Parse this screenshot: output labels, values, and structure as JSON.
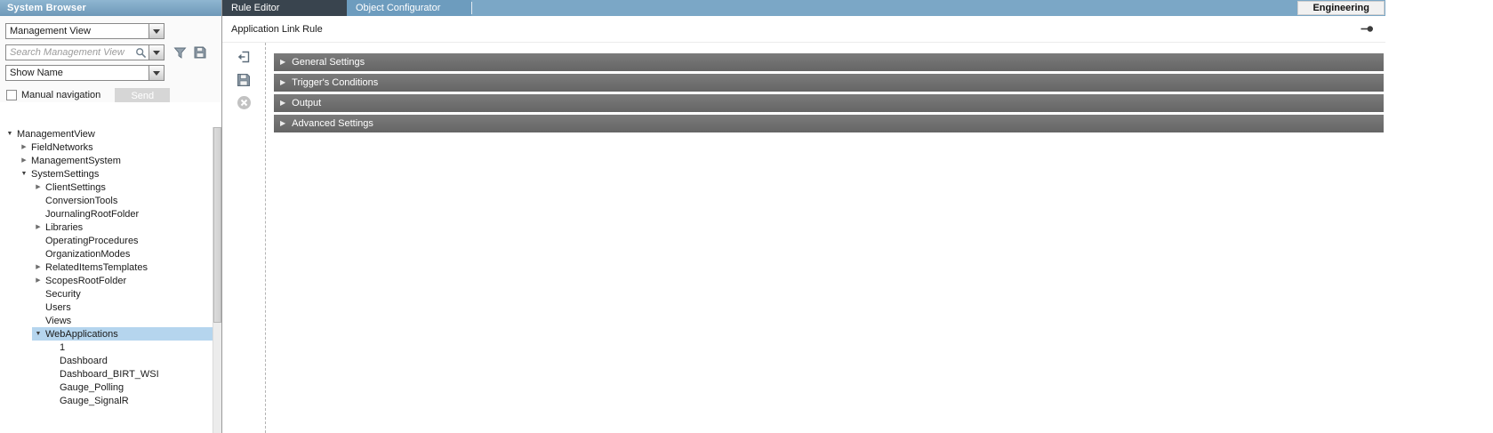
{
  "system_browser": {
    "title": "System Browser",
    "view_combobox_value": "Management View",
    "search_placeholder": "Search Management View",
    "display_combobox_value": "Show Name",
    "manual_navigation_label": "Manual navigation",
    "send_button_label": "Send",
    "tree": [
      {
        "label": "ManagementView",
        "indent": 0,
        "expander": "expanded",
        "selected": false
      },
      {
        "label": "FieldNetworks",
        "indent": 1,
        "expander": "collapsed",
        "selected": false
      },
      {
        "label": "ManagementSystem",
        "indent": 1,
        "expander": "collapsed",
        "selected": false
      },
      {
        "label": "SystemSettings",
        "indent": 1,
        "expander": "expanded",
        "selected": false
      },
      {
        "label": "ClientSettings",
        "indent": 2,
        "expander": "collapsed",
        "selected": false
      },
      {
        "label": "ConversionTools",
        "indent": 2,
        "expander": "none",
        "selected": false
      },
      {
        "label": "JournalingRootFolder",
        "indent": 2,
        "expander": "none",
        "selected": false
      },
      {
        "label": "Libraries",
        "indent": 2,
        "expander": "collapsed",
        "selected": false
      },
      {
        "label": "OperatingProcedures",
        "indent": 2,
        "expander": "none",
        "selected": false
      },
      {
        "label": "OrganizationModes",
        "indent": 2,
        "expander": "none",
        "selected": false
      },
      {
        "label": "RelatedItemsTemplates",
        "indent": 2,
        "expander": "collapsed",
        "selected": false
      },
      {
        "label": "ScopesRootFolder",
        "indent": 2,
        "expander": "collapsed",
        "selected": false
      },
      {
        "label": "Security",
        "indent": 2,
        "expander": "none",
        "selected": false
      },
      {
        "label": "Users",
        "indent": 2,
        "expander": "none",
        "selected": false
      },
      {
        "label": "Views",
        "indent": 2,
        "expander": "none",
        "selected": false
      },
      {
        "label": "WebApplications",
        "indent": 2,
        "expander": "expanded",
        "selected": true
      },
      {
        "label": "1",
        "indent": 3,
        "expander": "none",
        "selected": false
      },
      {
        "label": "Dashboard",
        "indent": 3,
        "expander": "none",
        "selected": false
      },
      {
        "label": "Dashboard_BIRT_WSI",
        "indent": 3,
        "expander": "none",
        "selected": false
      },
      {
        "label": "Gauge_Polling",
        "indent": 3,
        "expander": "none",
        "selected": false
      },
      {
        "label": "Gauge_SignalR",
        "indent": 3,
        "expander": "none",
        "selected": false
      }
    ]
  },
  "tabs": [
    {
      "label": "Rule Editor",
      "active": true
    },
    {
      "label": "Object Configurator",
      "active": false
    }
  ],
  "engineering_button_label": "Engineering",
  "rule_editor": {
    "title": "Application Link Rule",
    "sections": [
      "General Settings",
      "Trigger's Conditions",
      "Output",
      "Advanced Settings"
    ]
  },
  "icons": {
    "expander-expanded": "▼",
    "expander-collapsed": "▶",
    "dropdown-arrow": "css-triangle",
    "search": "magnifier-shape",
    "filter": "funnel-shape",
    "save": "floppy-shape",
    "revert": "arrow-door-shape",
    "delete": "circle-x-shape",
    "pin": "pin-shape"
  },
  "colors": {
    "header_blue": "#7BA7C6",
    "active_tab_dark": "#39444E",
    "section_gray": "#6B6B6B",
    "selection_blue": "#B5D5EE"
  }
}
